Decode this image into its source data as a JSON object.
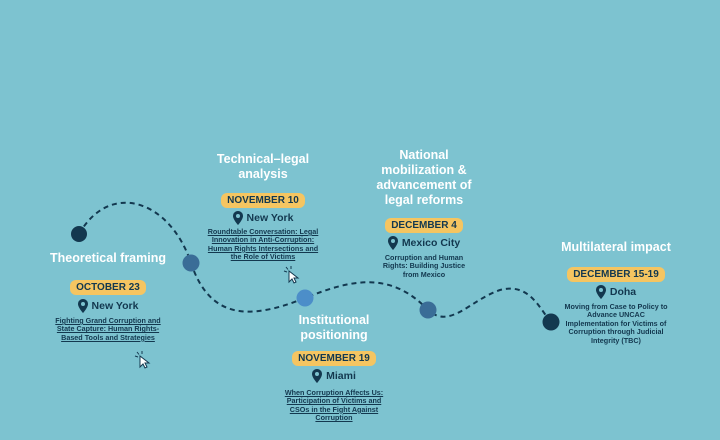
{
  "milestones": [
    {
      "title": "Theoretical framing",
      "date": "OCTOBER 23",
      "location": "New York",
      "description": "Fighting Grand Corruption and State Capture: Human Rights-Based Tools and Strategies",
      "description_is_link": true
    },
    {
      "title": "Technical–legal analysis",
      "date": "NOVEMBER 10",
      "location": "New York",
      "description": "Roundtable Conversation: Legal Innovation in Anti-Corruption: Human Rights Intersections and the Role of Victims",
      "description_is_link": true
    },
    {
      "title": "Institutional positioning",
      "date": "NOVEMBER 19",
      "location": "Miami",
      "description": "When Corruption Affects Us: Participation of Victims and CSOs in the Fight Against Corruption",
      "description_is_link": true
    },
    {
      "title": "National mobilization & advancement of legal reforms",
      "date": "DECEMBER 4",
      "location": "Mexico City",
      "description": "Corruption and Human Rights: Building Justice from Mexico",
      "description_is_link": false
    },
    {
      "title": "Multilateral impact",
      "date": "DECEMBER 15-19",
      "location": "Doha",
      "description": "Moving from Case to Policy to Advance UNCAC Implementation for Victims of Corruption through Judicial Integrity (TBC)",
      "description_is_link": false
    }
  ],
  "colors": {
    "background": "#7dc3d0",
    "path": "#13384f",
    "date_badge": "#f5c561",
    "title_text": "#ffffff",
    "body_text": "#13384f"
  },
  "icons": {
    "location": "map-pin-icon",
    "cursor": "click-cursor-icon"
  }
}
